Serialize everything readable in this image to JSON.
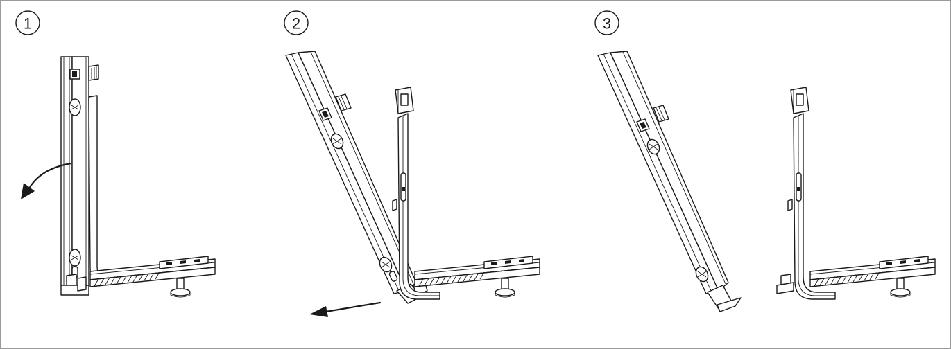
{
  "steps": [
    {
      "number": "1"
    },
    {
      "number": "2"
    },
    {
      "number": "3"
    }
  ],
  "colors": {
    "line": "#1a1a1a",
    "frame": "#9a9a9a",
    "fill_light": "#d6d6d6",
    "background": "#ffffff"
  },
  "icons": [
    "curved-arrow-icon",
    "straight-arrow-icon"
  ]
}
